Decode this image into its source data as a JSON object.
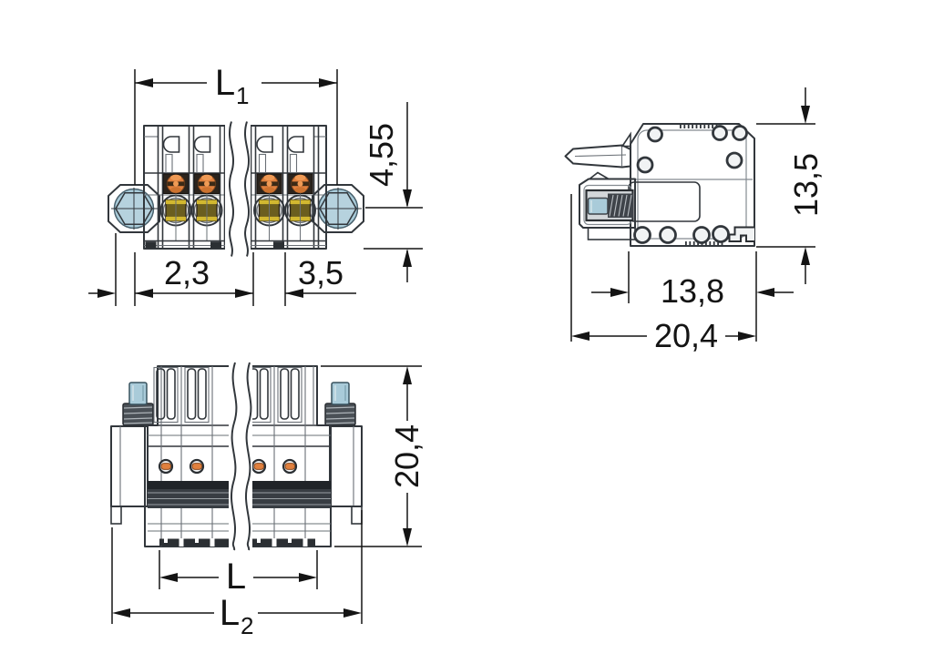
{
  "drawing": {
    "type": "connector-dimension-drawing",
    "background": "#ffffff",
    "colors": {
      "outline": "#32373c",
      "dimension_lines": "#141414",
      "housing_gray": "#e9ebed",
      "screw_blue": "#a9cbd9",
      "screw_orange": "#e0803e",
      "contact_yellow": "#d2b830"
    }
  },
  "front_view": {
    "dim_length_main": "L",
    "dim_length_sub": "1",
    "dim_screw_to_bottom": "4,55",
    "dim_edge_offset": "2,3",
    "dim_pitch": "3,5"
  },
  "side_view": {
    "dim_height": "13,5",
    "dim_body_depth": "13,8",
    "dim_total_depth": "20,4"
  },
  "bottom_view": {
    "dim_total_depth": "20,4",
    "dim_housing_length": "L",
    "dim_total_length_main": "L",
    "dim_total_length_sub": "2"
  }
}
